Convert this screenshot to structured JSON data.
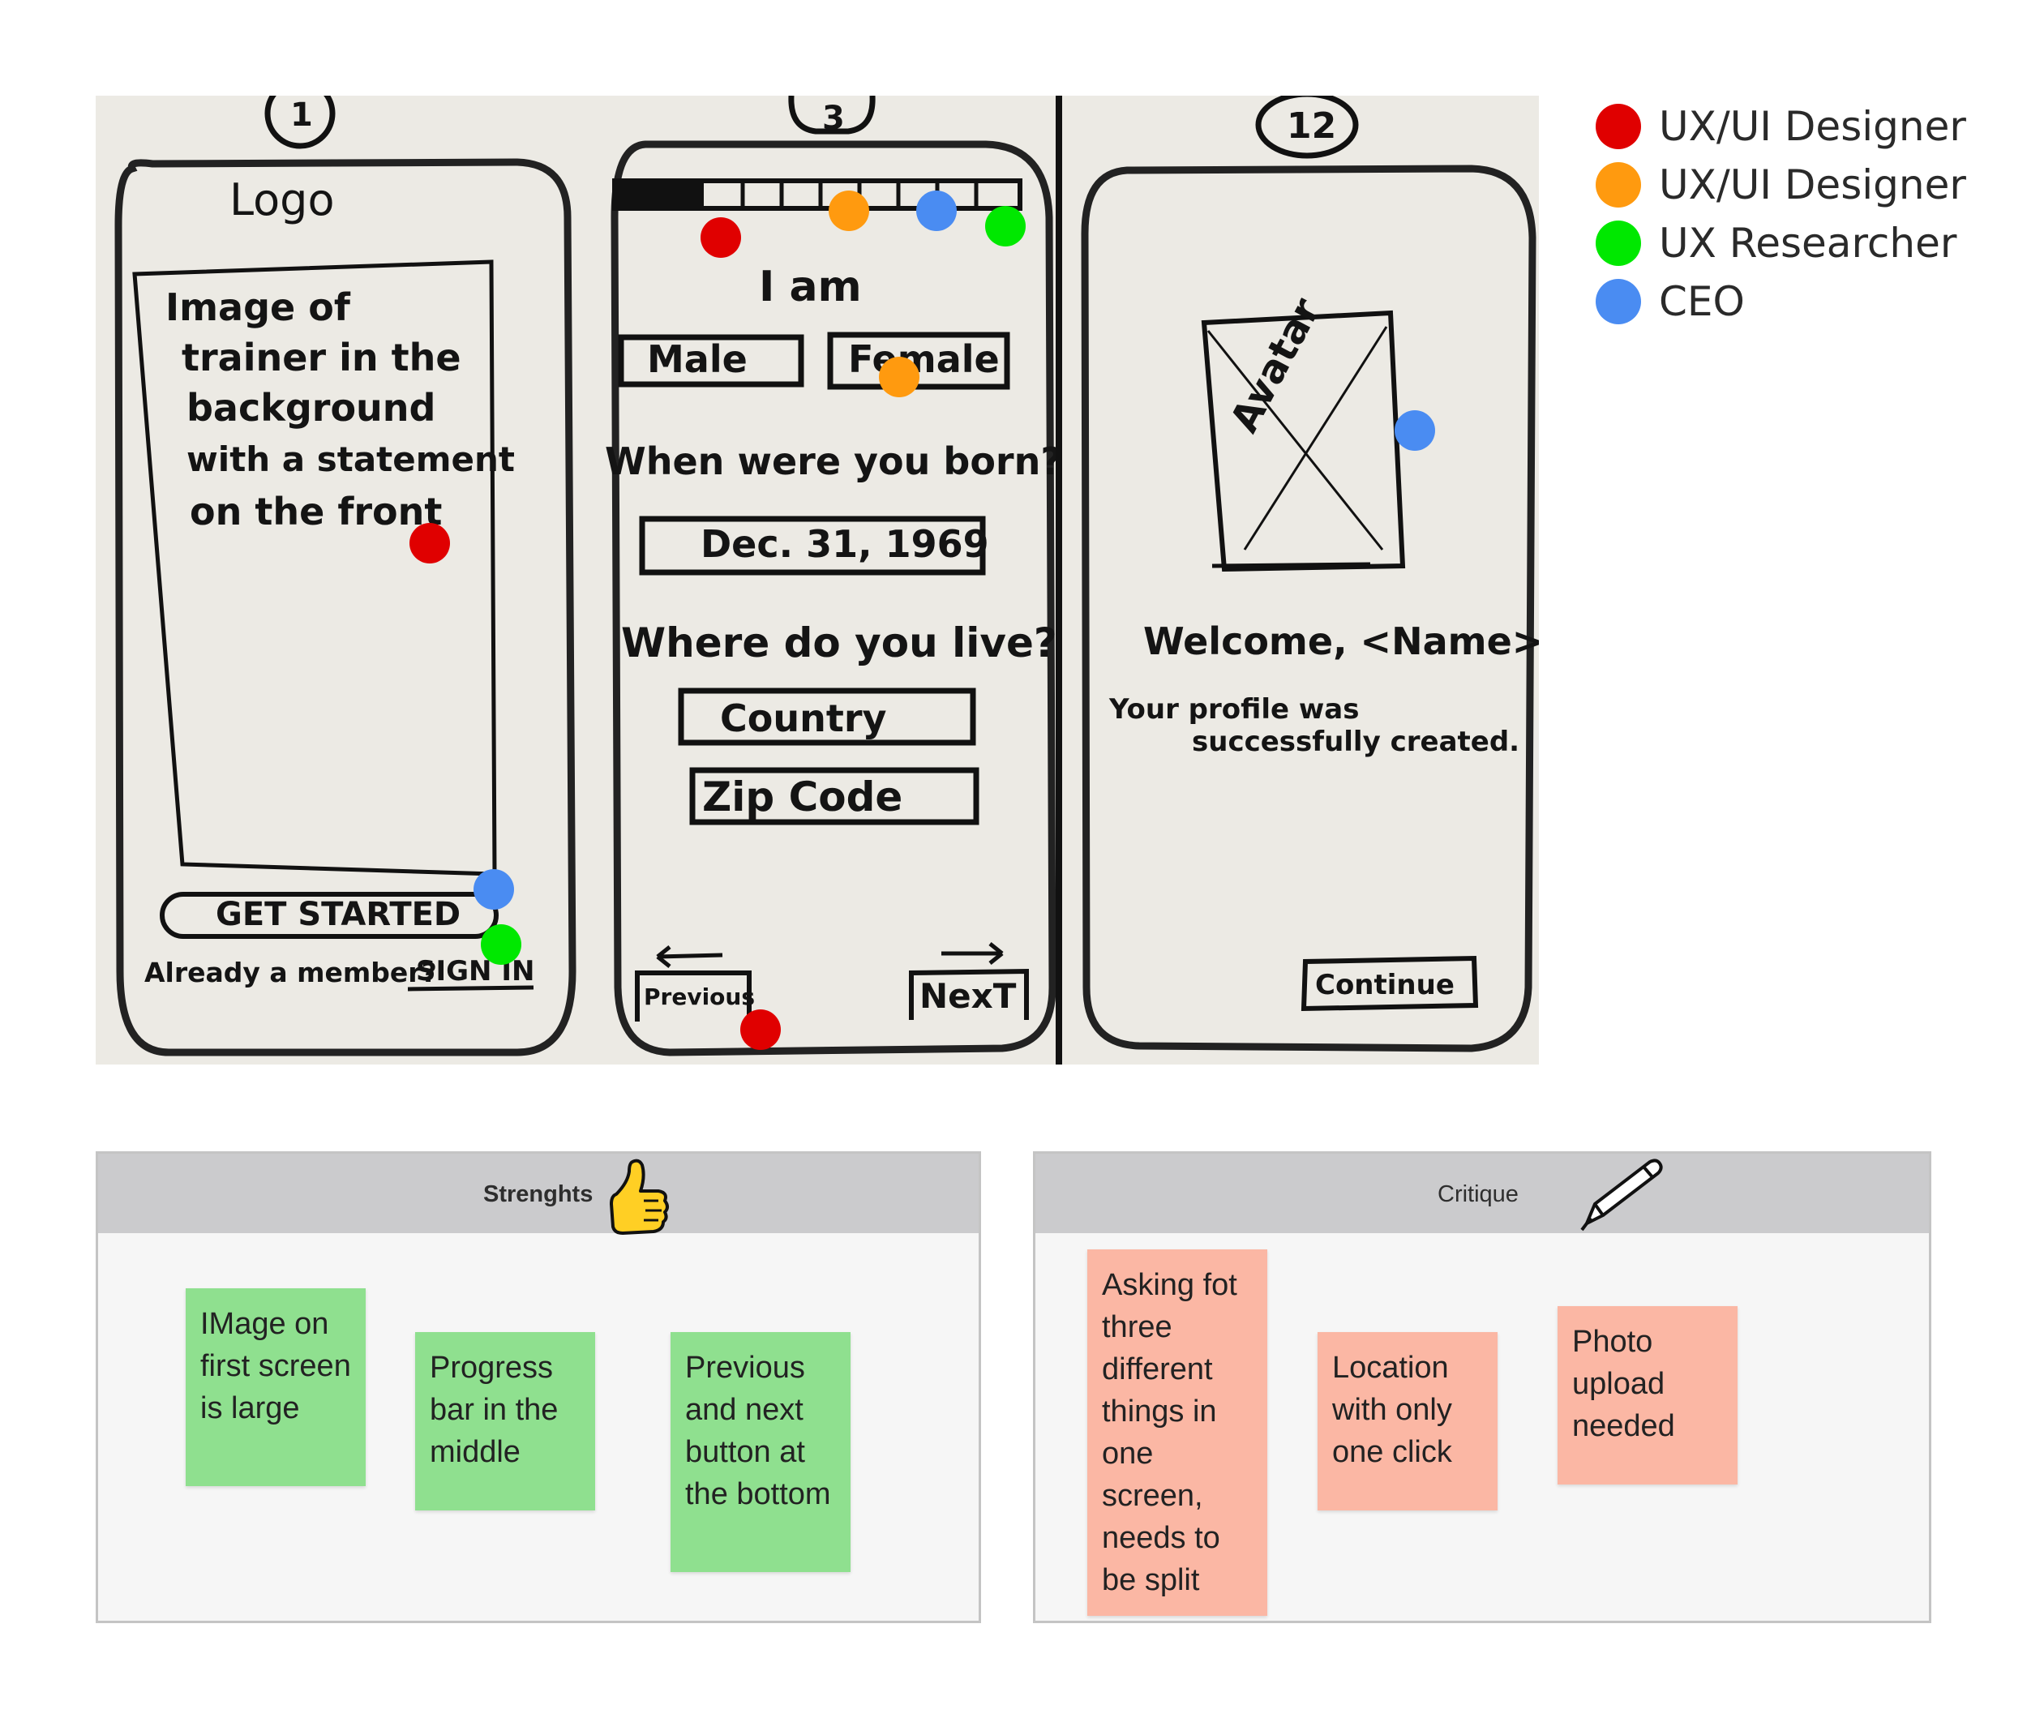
{
  "sketches": [
    {
      "number": "1",
      "logo": "Logo",
      "image_text": [
        "Image of",
        "trainer in the",
        "background",
        "with a statement",
        "on the front"
      ],
      "cta": "GET STARTED",
      "member_text": "Already a member?",
      "sign_in": "SIGN IN"
    },
    {
      "number": "3",
      "heading": "I am",
      "option_male": "Male",
      "option_female": "Female",
      "born_question": "When were you born?",
      "date_value": "Dec. 31, 1969",
      "live_question": "Where do you live?",
      "country_field": "Country",
      "zip_field": "Zip Code",
      "previous_label": "Previous",
      "next_label": "NexT"
    },
    {
      "number": "12",
      "avatar_label": "Avatar",
      "welcome": "Welcome, <Name>!",
      "subtext_1": "Your profile was",
      "subtext_2": "successfully created.",
      "continue_label": "Continue"
    }
  ],
  "legend": [
    {
      "label": "UX/UI Designer",
      "color": "#e00000"
    },
    {
      "label": "UX/UI Designer",
      "color": "#ff9a0f"
    },
    {
      "label": "UX Researcher",
      "color": "#00e800"
    },
    {
      "label": "CEO",
      "color": "#4a8cf2"
    }
  ],
  "strengths": {
    "title": "Strenghts",
    "icon": "thumbs-up-icon",
    "notes": [
      "IMage on first screen is large",
      "Progress bar in the middle",
      "Previous and next button at the bottom"
    ]
  },
  "critique": {
    "title": "Critique",
    "icon": "pencil-icon",
    "notes": [
      "Asking fot three different things in one screen, needs to be split",
      "Location with only one click",
      "Photo upload needed"
    ]
  }
}
